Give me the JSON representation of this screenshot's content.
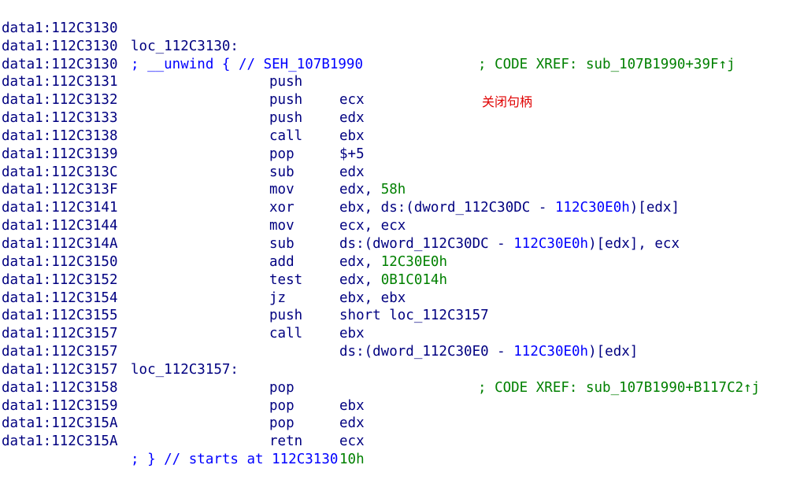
{
  "colors": {
    "address": "#000080",
    "comment": "#008000",
    "immediate": "#008000",
    "operand_symbol": "#0000ff",
    "annotation": "#e00000",
    "background": "#ffffff"
  },
  "annotation": "关闭句柄",
  "lines": [
    {
      "addr": "data1:112C3130",
      "label": "loc_112C3130:",
      "xref": "; CODE XREF: sub_107B1990+39F↑j"
    },
    {
      "addr": "data1:112C3130",
      "comment": "; __unwind { // SEH_107B1990"
    },
    {
      "addr": "data1:112C3130",
      "mnem": "push",
      "ops": "ecx"
    },
    {
      "addr": "data1:112C3131",
      "mnem": "push",
      "ops": "edx"
    },
    {
      "addr": "data1:112C3132",
      "mnem": "push",
      "ops": "ebx"
    },
    {
      "addr": "data1:112C3133",
      "mnem": "call",
      "ops": "$+5"
    },
    {
      "addr": "data1:112C3138",
      "mnem": "pop",
      "ops": "edx"
    },
    {
      "addr": "data1:112C3139",
      "mnem": "sub",
      "ops_pre": "edx, ",
      "ops_imm": "58h"
    },
    {
      "addr": "data1:112C313C",
      "mnem": "mov",
      "ops_pre": "ebx, ds:(dword_112C30DC - ",
      "ops_sym": "112C30E0h",
      "ops_post": ")[edx]"
    },
    {
      "addr": "data1:112C313F",
      "mnem": "xor",
      "ops": "ecx, ecx"
    },
    {
      "addr": "data1:112C3141",
      "mnem": "mov",
      "ops_pre": "ds:(dword_112C30DC - ",
      "ops_sym": "112C30E0h",
      "ops_post": ")[edx], ecx"
    },
    {
      "addr": "data1:112C3144",
      "mnem": "sub",
      "ops_pre": "edx, ",
      "ops_imm": "12C30E0h"
    },
    {
      "addr": "data1:112C314A",
      "mnem": "add",
      "ops_pre": "edx, ",
      "ops_imm": "0B1C014h"
    },
    {
      "addr": "data1:112C3150",
      "mnem": "test",
      "ops": "ebx, ebx"
    },
    {
      "addr": "data1:112C3152",
      "mnem": "jz",
      "ops": "short loc_112C3157"
    },
    {
      "addr": "data1:112C3154",
      "mnem": "push",
      "ops": "ebx"
    },
    {
      "addr": "data1:112C3155",
      "mnem": "call",
      "ops_pre": "ds:(dword_112C30E0 - ",
      "ops_sym": "112C30E0h",
      "ops_post": ")[edx]"
    },
    {
      "addr": "data1:112C3157"
    },
    {
      "addr": "data1:112C3157",
      "label": "loc_112C3157:",
      "xref": "; CODE XREF: sub_107B1990+B117C2↑j"
    },
    {
      "addr": "data1:112C3157",
      "mnem": "pop",
      "ops": "ebx"
    },
    {
      "addr": "data1:112C3158",
      "mnem": "pop",
      "ops": "edx"
    },
    {
      "addr": "data1:112C3159",
      "mnem": "pop",
      "ops": "ecx"
    },
    {
      "addr": "data1:112C315A",
      "mnem": "retn",
      "ops_imm": "10h"
    },
    {
      "addr": "data1:112C315A",
      "comment": "; } // starts at 112C3130"
    }
  ]
}
